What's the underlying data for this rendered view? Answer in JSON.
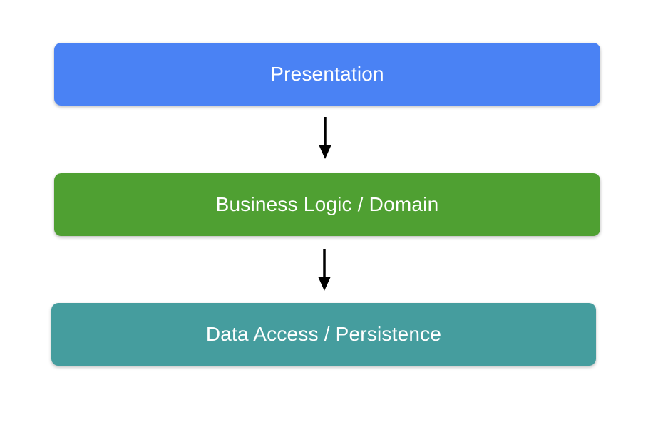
{
  "diagram": {
    "type": "layered-architecture-flow",
    "background": "#ffffff",
    "text_color": "#ffffff",
    "arrow_color": "#000000",
    "layers": [
      {
        "label": "Presentation",
        "color": "#4a82f4"
      },
      {
        "label": "Business Logic / Domain",
        "color": "#4fa032"
      },
      {
        "label": "Data Access / Persistence",
        "color": "#459d9e"
      }
    ],
    "connections": [
      {
        "from": "Presentation",
        "to": "Business Logic / Domain"
      },
      {
        "from": "Business Logic / Domain",
        "to": "Data Access / Persistence"
      }
    ]
  }
}
